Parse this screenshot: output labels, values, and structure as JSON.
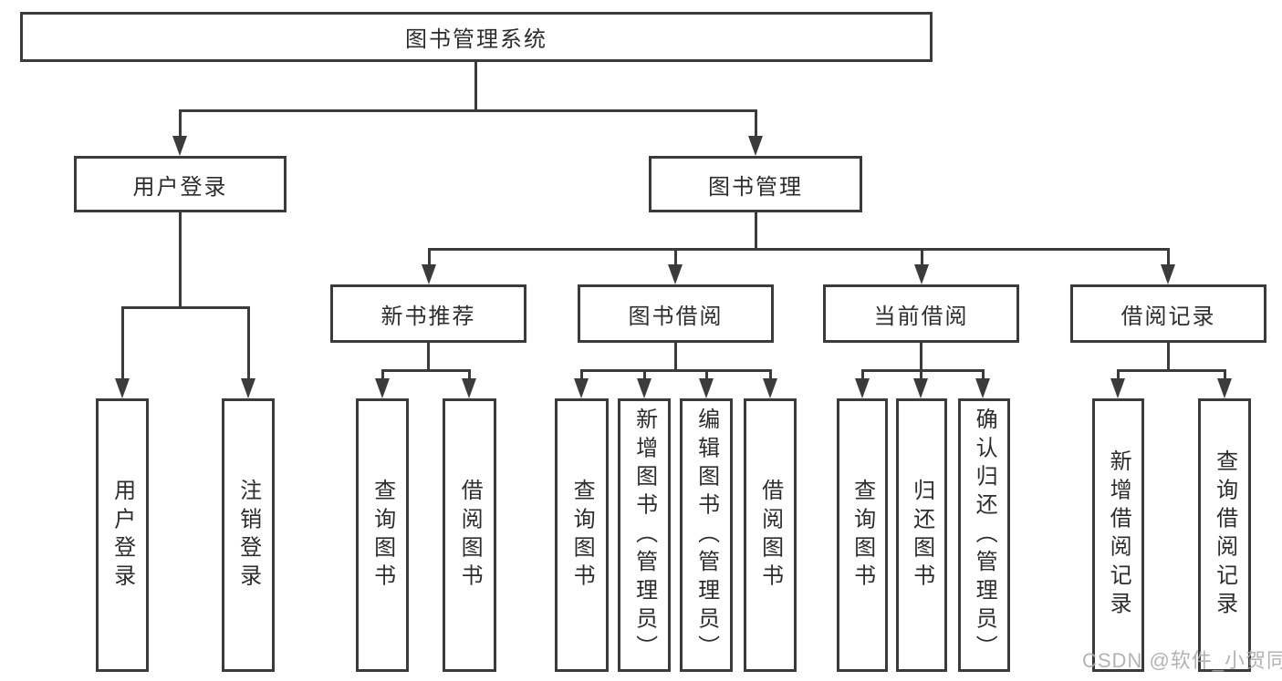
{
  "nodes": {
    "root": "图书管理系统",
    "level2": [
      "用户登录",
      "图书管理"
    ],
    "level3": [
      "新书推荐",
      "图书借阅",
      "当前借阅",
      "借阅记录"
    ],
    "user_login_leaves": [
      "用户登录",
      "注销登录"
    ],
    "new_book_leaves": [
      "查询图书",
      "借阅图书"
    ],
    "book_borrow_leaves": [
      "查询图书",
      "新增图书（管理员）",
      "编辑图书（管理员）",
      "借阅图书"
    ],
    "current_borrow_leaves": [
      "查询图书",
      "归还图书",
      "确认归还（管理员）"
    ],
    "record_leaves": [
      "新增借阅记录",
      "查询借阅记录"
    ]
  },
  "watermark": "CSDN @软件_小贺同学",
  "colors": {
    "line": "#3b3b3b",
    "text": "#2d2d2d",
    "watermark": "#ababab",
    "background": "#ffffff"
  }
}
